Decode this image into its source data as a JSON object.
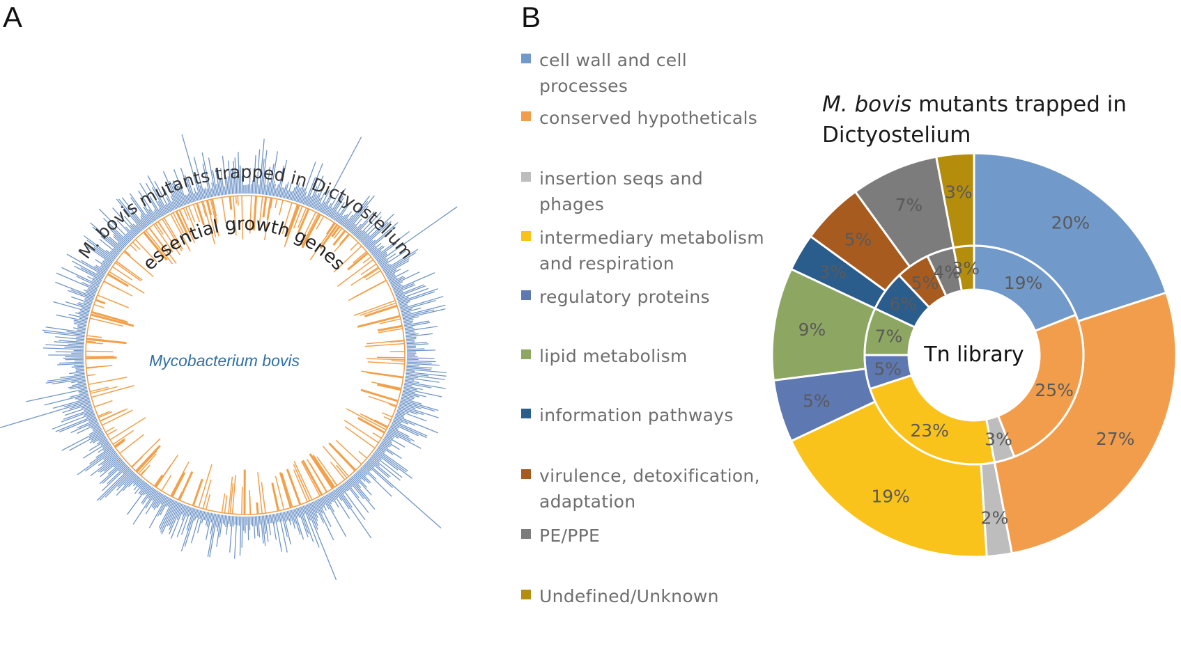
{
  "panels": {
    "a": {
      "letter": "A",
      "outer_ring_label": "M. bovis mutants trapped in Dictyostelium",
      "inner_ring_label": "essential growth genes",
      "center_label": "Mycobacterium bovis",
      "colors": {
        "outer_bars": "#6f95c8",
        "inner_bars": "#f2a04a",
        "ring": "#f2a04a",
        "center_text": "#2e6fa8"
      }
    },
    "b": {
      "letter": "B",
      "title_italic": "M. bovis",
      "title_rest": "mutants trapped in Dictyostelium",
      "center_label": "Tn library"
    }
  },
  "chart_data": {
    "type": "donut",
    "categories": [
      "cell wall and cell processes",
      "conserved hypotheticals",
      "insertion seqs and phages",
      "intermediary metabolism and respiration",
      "regulatory proteins",
      "lipid metabolism",
      "information pathways",
      "virulence, detoxification, adaptation",
      "PE/PPE",
      "Undefined/Unknown"
    ],
    "legend_labels": [
      [
        "cell wall and cell",
        "processes"
      ],
      [
        "conserved hypotheticals"
      ],
      [
        "insertion seqs and phages"
      ],
      [
        "intermediary metabolism",
        "and respiration"
      ],
      [
        "regulatory proteins"
      ],
      [
        "lipid metabolism"
      ],
      [
        "information pathways"
      ],
      [
        "virulence, detoxification,",
        "adaptation"
      ],
      [
        "PE/PPE"
      ],
      [
        "Undefined/Unknown"
      ]
    ],
    "colors": [
      "#7199c9",
      "#f29d4b",
      "#bdbdbd",
      "#fac31b",
      "#5e78b2",
      "#8da762",
      "#2a5c8c",
      "#a85b1f",
      "#7c7c7c",
      "#b48d0c"
    ],
    "series": [
      {
        "ring": "outer",
        "name": "M. bovis mutants trapped in Dictyostelium",
        "values": [
          20,
          27,
          2,
          19,
          5,
          9,
          3,
          5,
          7,
          3
        ]
      },
      {
        "ring": "inner",
        "name": "Tn library",
        "values": [
          19,
          25,
          3,
          23,
          5,
          7,
          6,
          5,
          4,
          3
        ]
      }
    ],
    "value_suffix": "%"
  }
}
